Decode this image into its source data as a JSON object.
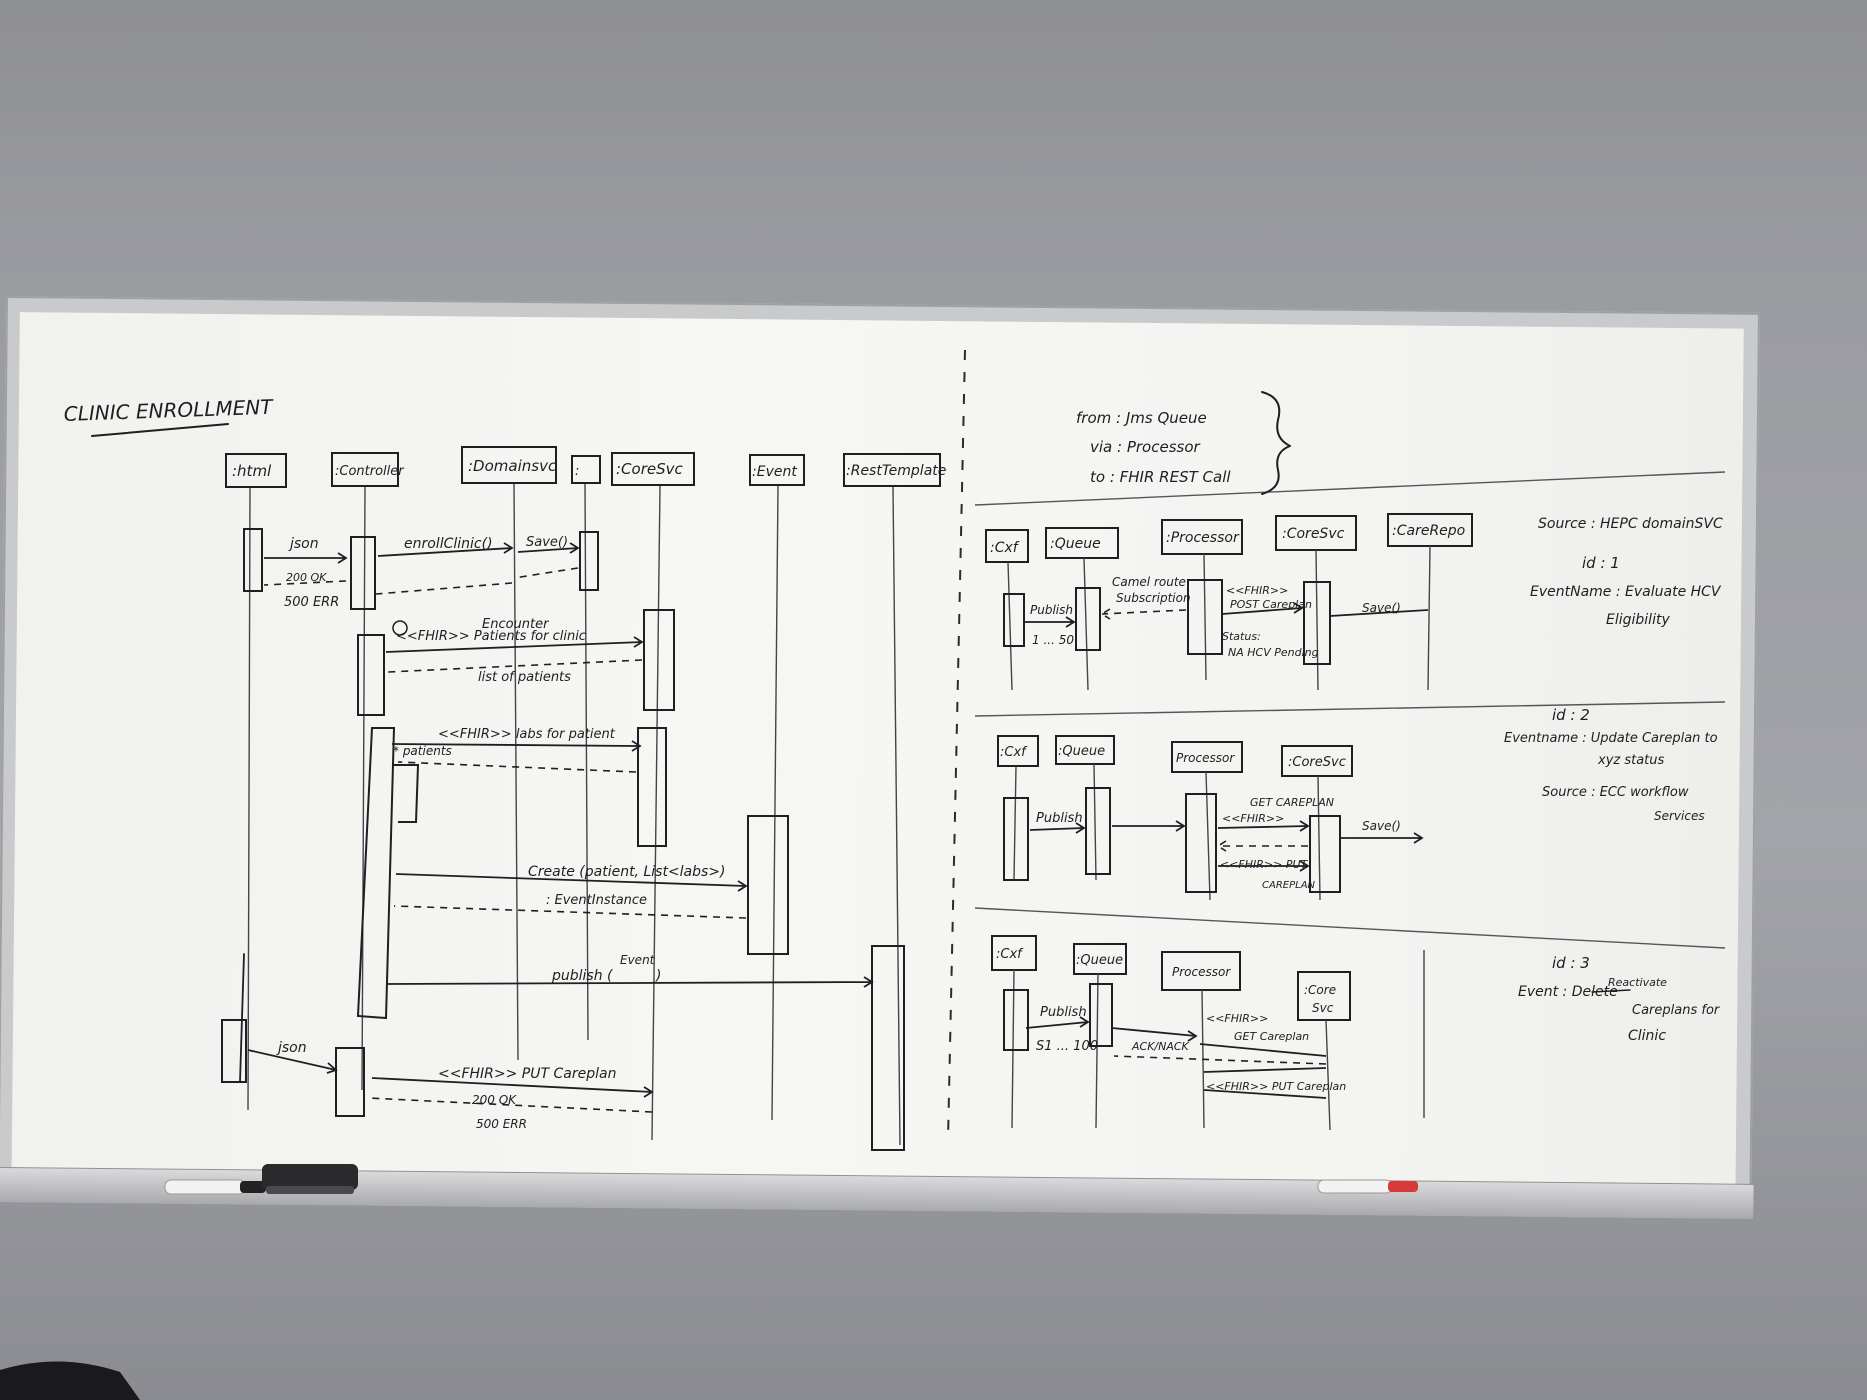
{
  "title": "CLINIC ENROLLMENT",
  "left": {
    "participants": [
      ":html",
      ":Controller",
      ":Domainsvc",
      ":",
      ":CoreSvc",
      ":Event",
      ":RestTemplate"
    ],
    "messages": [
      {
        "label": "json"
      },
      {
        "label": "enrollClinic()"
      },
      {
        "label": "Save()"
      },
      {
        "label": "200 OK"
      },
      {
        "label": "500 ERR"
      },
      {
        "label": "Encounter"
      },
      {
        "label": "<<FHIR>> Patients for clinic"
      },
      {
        "label": "list of patients"
      },
      {
        "label": "<<FHIR>> labs for patient"
      },
      {
        "label": "* patients"
      },
      {
        "label": "Create (patient, List<labs>)"
      },
      {
        "label": ": EventInstance"
      },
      {
        "label": "Event"
      },
      {
        "label": "publish ("
      },
      {
        "label": ")"
      },
      {
        "label": "json"
      },
      {
        "label": "<<FHIR>> PUT Careplan"
      },
      {
        "label": "200 OK"
      },
      {
        "label": "500 ERR"
      }
    ]
  },
  "note_top": {
    "lines": [
      "from : Jms Queue",
      "via : Processor",
      "to : FHIR REST Call"
    ]
  },
  "section1": {
    "participants": [
      ":Cxf",
      ":Queue",
      ":Processor",
      ":CoreSvc",
      ":CareRepo"
    ],
    "messages": [
      {
        "label": "Publish"
      },
      {
        "label": "1 ... 50"
      },
      {
        "label": "Camel route"
      },
      {
        "label": "Subscription"
      },
      {
        "label": "<<FHIR>>"
      },
      {
        "label": "POST Careplan"
      },
      {
        "label": "Save()"
      },
      {
        "label": "Status:"
      },
      {
        "label": "NA HCV Pending"
      }
    ],
    "notes": [
      "Source : HEPC domainSVC",
      "id : 1",
      "EventName : Evaluate HCV",
      "Eligibility"
    ]
  },
  "section2": {
    "participants": [
      ":Cxf",
      ":Queue",
      "Processor",
      ":CoreSvc"
    ],
    "messages": [
      {
        "label": "Publish"
      },
      {
        "label": "GET CAREPLAN"
      },
      {
        "label": "<<FHIR>>"
      },
      {
        "label": "Save()"
      },
      {
        "label": "<<FHIR>> PUT"
      },
      {
        "label": "CAREPLAN"
      }
    ],
    "notes": [
      "id : 2",
      "Eventname : Update Careplan to",
      "xyz status",
      "Source : ECC workflow",
      "Services"
    ]
  },
  "section3": {
    "participants": [
      ":Cxf",
      ":Queue",
      "Processor",
      ":Core",
      "Svc"
    ],
    "messages": [
      {
        "label": "Publish"
      },
      {
        "label": "S1 ... 100"
      },
      {
        "label": "<<FHIR>>"
      },
      {
        "label": "GET Careplan"
      },
      {
        "label": "ACK/NACK"
      },
      {
        "label": "<<FHIR>> PUT Careplan"
      }
    ],
    "notes": [
      "id : 3",
      "Event : Delete",
      "Reactivate",
      "Careplans for",
      "Clinic"
    ]
  },
  "colors": {
    "ink": "#1e1e24",
    "wall": "#9a9ba0",
    "board": "#f4f4f1",
    "marker_red": "#d63a3a"
  }
}
